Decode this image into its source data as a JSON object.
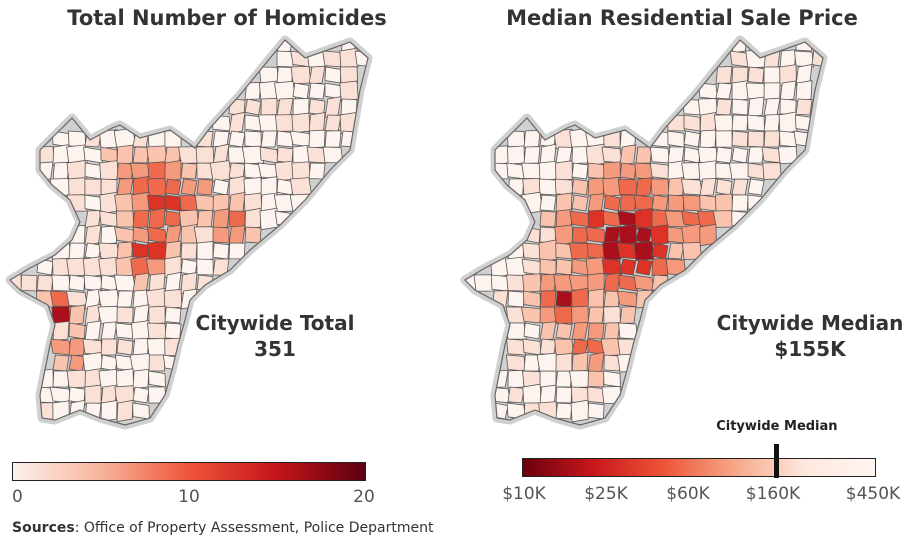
{
  "sources": {
    "label": "Sources",
    "text": ": Office of Property Assessment, Police Department"
  },
  "maps": [
    {
      "title": "Total Number of Homicides",
      "callout_line1": "Citywide Total",
      "callout_line2": "351",
      "legend": {
        "ticks": [
          "0",
          "10",
          "20"
        ],
        "colors": [
          "#fdf1ec",
          "#f7b49c",
          "#ee5538",
          "#c41519",
          "#5c0010"
        ]
      },
      "palette": [
        "#fdf3ef",
        "#fbe0d5",
        "#f9c3ad",
        "#f59a7c",
        "#ef6a4c",
        "#dd3226",
        "#a9101b"
      ],
      "no_data_color": "#cccccc"
    },
    {
      "title": "Median Residential Sale Price",
      "callout_line1": "Citywide Median",
      "callout_line2": "$155K",
      "legend": {
        "ticks": [
          "$10K",
          "$25K",
          "$60K",
          "$160K",
          "$450K"
        ],
        "colors": [
          "#6b000e",
          "#c8171c",
          "#ee5538",
          "#f7a688",
          "#fde8de",
          "#fff5f0"
        ],
        "marker_label": "Citywide Median",
        "marker_value_fraction": 0.72
      },
      "palette": [
        "#fdf3ef",
        "#fbe0d5",
        "#f9c3ad",
        "#f59a7c",
        "#ef6a4c",
        "#dd3226",
        "#a9101b"
      ],
      "no_data_color": "#c8c8c8"
    }
  ]
}
